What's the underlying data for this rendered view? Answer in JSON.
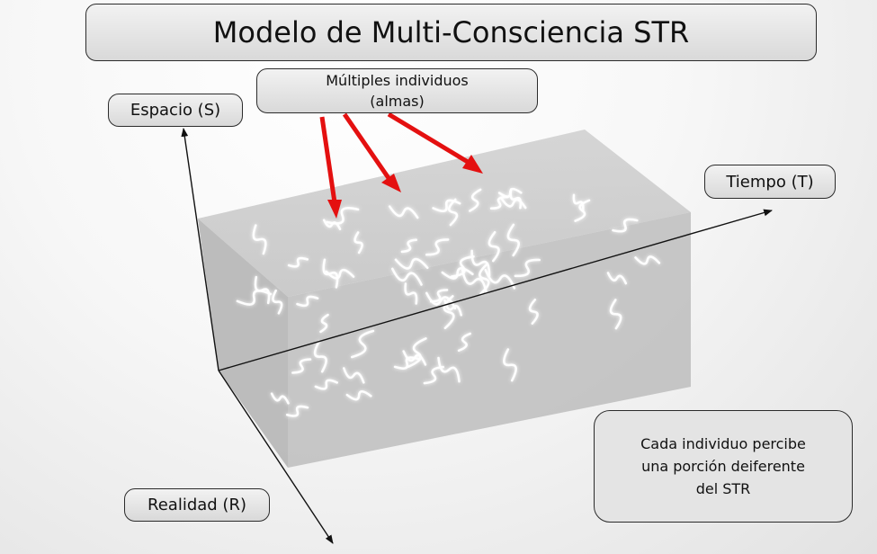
{
  "title": "Modelo de Multi-Consciencia STR",
  "souls_label": [
    "Múltiples individuos",
    "(almas)"
  ],
  "axes": {
    "space": "Espacio (S)",
    "time": "Tiempo (T)",
    "reality": "Realidad (R)"
  },
  "note": [
    "Cada individuo percibe",
    "una porción deiferente",
    "del STR"
  ],
  "colors": {
    "arrow": "#e41010",
    "block": "#bcbcbc",
    "squiggle": "#ffffff"
  },
  "squiggle_count": 60,
  "arrow_count": 3
}
